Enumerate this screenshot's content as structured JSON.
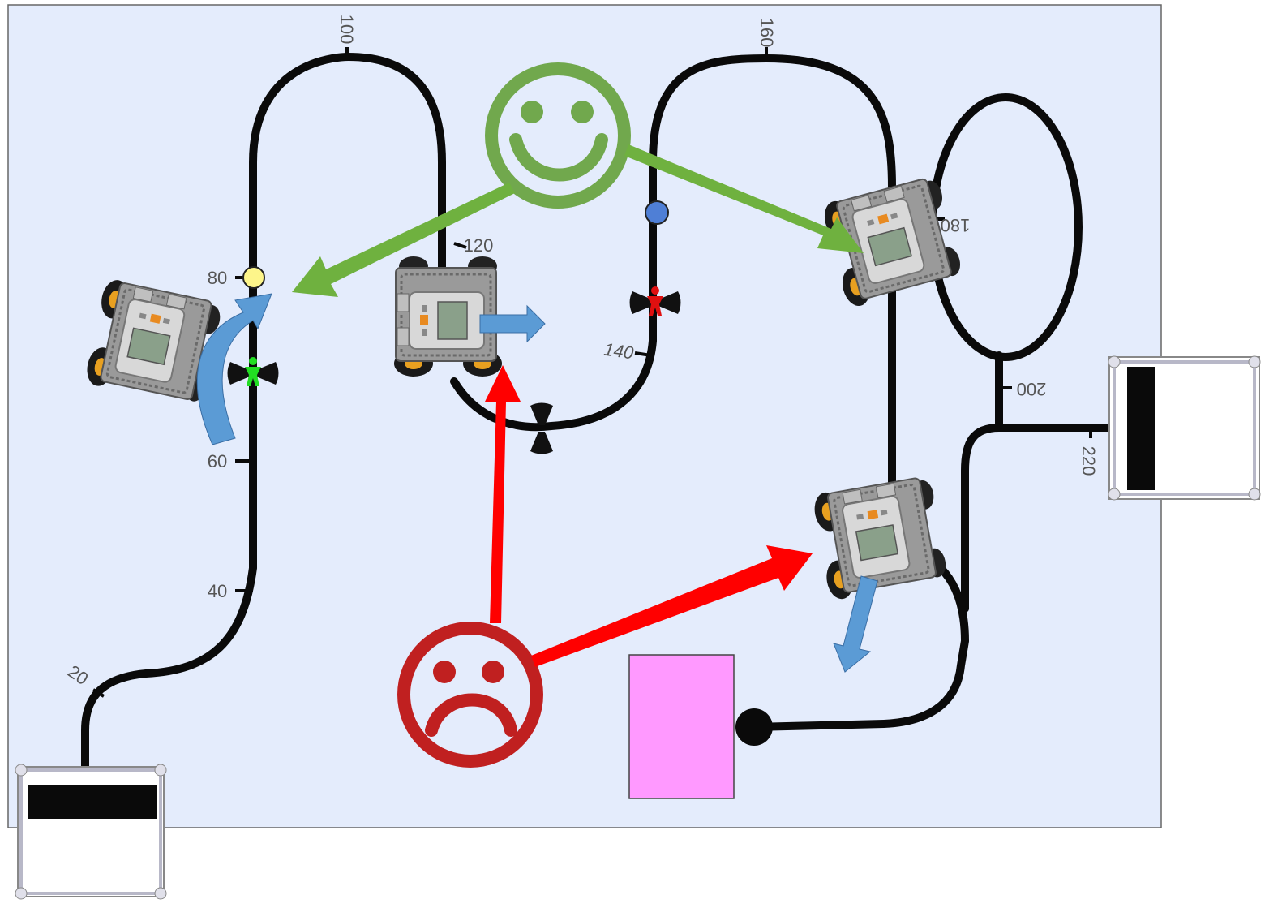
{
  "board": {
    "background": "#e4ecfc",
    "border_color": "#666666",
    "line_color": "#0a0a0a"
  },
  "distance_markers": [
    "20",
    "40",
    "60",
    "80",
    "100",
    "120",
    "140",
    "160",
    "180",
    "200",
    "220"
  ],
  "checkpoints": [
    {
      "name": "yellow",
      "color": "#fdf58a"
    },
    {
      "name": "blue",
      "color": "#4f7fd6"
    },
    {
      "name": "finish",
      "color": "#0a0a0a"
    }
  ],
  "pedestrians": [
    {
      "name": "green",
      "color": "#22dd22"
    },
    {
      "name": "red",
      "color": "#e01010"
    },
    {
      "name": "none",
      "color": "#111111"
    }
  ],
  "faces": {
    "happy": {
      "icon": "smiley-face-icon",
      "color": "#71a84d"
    },
    "sad": {
      "icon": "sad-face-icon",
      "color": "#c02020"
    }
  },
  "arrows": {
    "good_color": "#6fb13f",
    "bad_color": "#ff0000",
    "move_color": "#5b9bd5"
  },
  "target_zone": {
    "color": "#ff99ff"
  },
  "robots": [
    {
      "name": "robot-left",
      "icon": "nxt-robot-icon"
    },
    {
      "name": "robot-middle",
      "icon": "nxt-robot-icon"
    },
    {
      "name": "robot-upper-right",
      "icon": "nxt-robot-icon"
    },
    {
      "name": "robot-lower-right",
      "icon": "nxt-robot-icon"
    }
  ],
  "docks": [
    {
      "name": "start-dock",
      "icon": "dock-frame-icon"
    },
    {
      "name": "side-dock",
      "icon": "dock-frame-icon"
    }
  ]
}
